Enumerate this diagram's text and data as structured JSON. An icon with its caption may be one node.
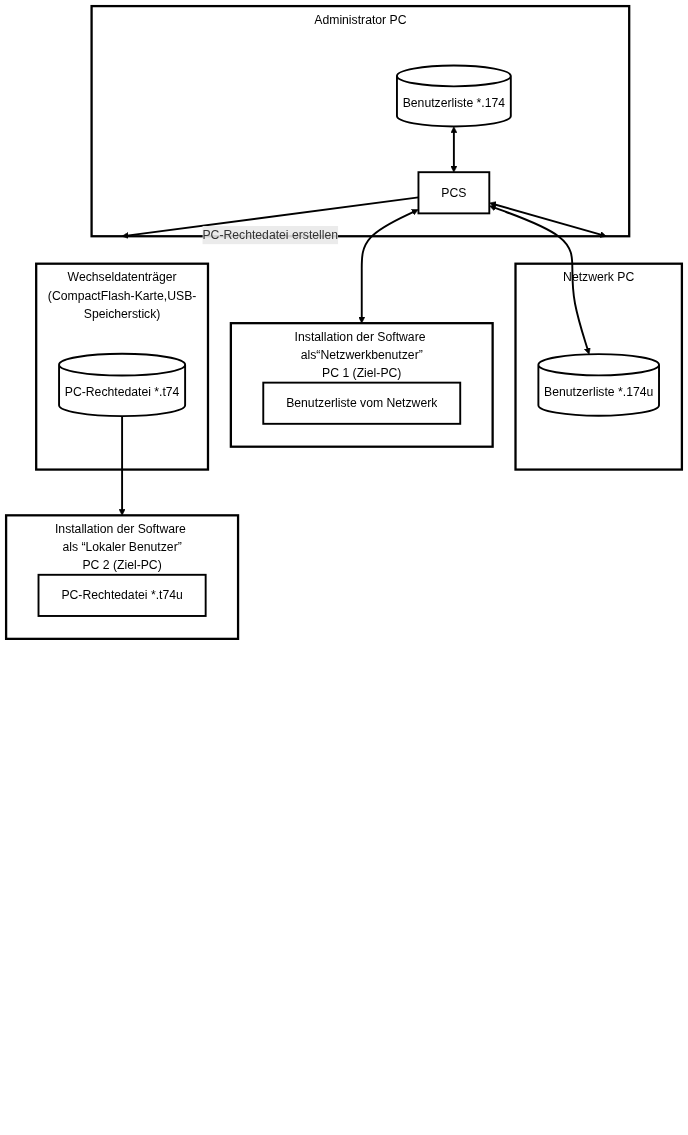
{
  "diagram": {
    "nodes": [
      {
        "text": [
          "Administrator PC"
        ]
      },
      {
        "text": [
          "Benutzerliste *.174"
        ],
        "in": 0
      },
      {
        "text": [
          "PCS"
        ],
        "in": 0
      },
      {
        "text": [
          "Netzwerk PC"
        ]
      },
      {
        "text": [
          "Benutzerliste *.174u"
        ],
        "in": 3
      },
      {
        "text": [
          "PC 1 (Ziel-PC)"
        ],
        "beside": [
          "Installation der Software als“Netzwerkbenutzer”"
        ]
      },
      {
        "text": [
          "Benutzerliste vom Netzwerk"
        ],
        "in": 5
      },
      {
        "text": [
          "Wechseldatenträger",
          "(CompactFlash-Karte,USB-Speicherstick)"
        ]
      },
      {
        "text": [
          "PC-Rechtedatei *.t74"
        ],
        "in": 7
      },
      {
        "text": [
          "PC 2 (Ziel-PC)"
        ],
        "beside": [
          "Installation der Software als “Lokaler Benutzer”"
        ]
      },
      {
        "text": [
          "PC-Rechtedatei *.t74u"
        ],
        "in": 9
      }
    ],
    "edges": [
      {
        "from": 1,
        "to": 2,
        "arrow": "both"
      },
      {
        "from": 2,
        "to": 4,
        "arrow": "both"
      },
      {
        "from": 2,
        "to": 3,
        "arrow": "both"
      },
      {
        "from": 2,
        "to": 5,
        "arrow": "both"
      },
      {
        "from": 2,
        "to": 7,
        "label": "PC-Rechtedatei erstellen",
        "arrow": "to"
      },
      {
        "from": 8,
        "to": 9,
        "arrow": "to"
      }
    ]
  }
}
